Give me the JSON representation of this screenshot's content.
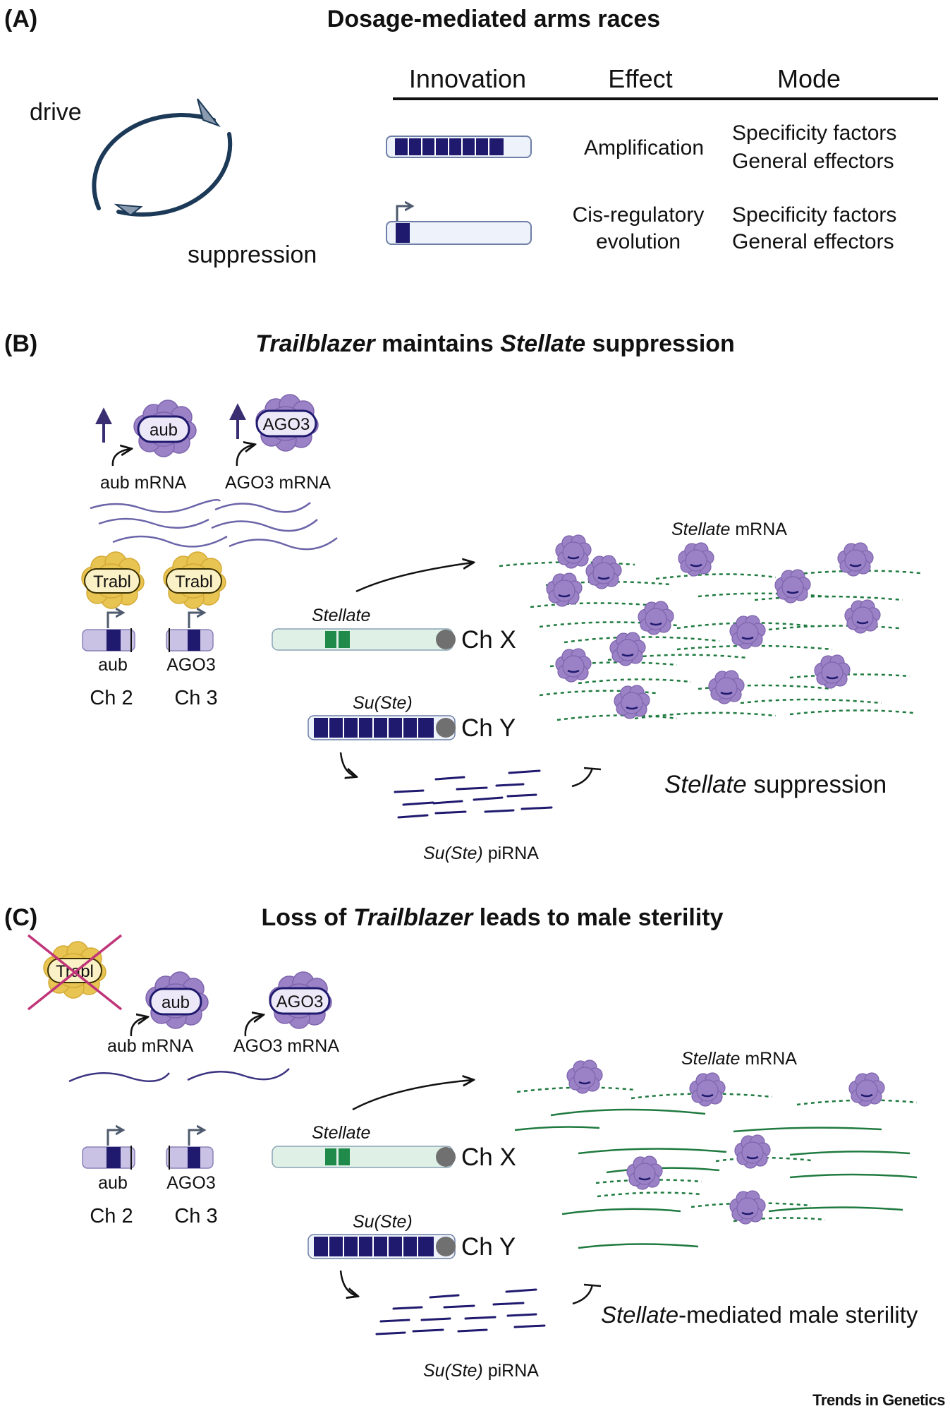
{
  "panelA": {
    "label": "(A)",
    "title": "Dosage-mediated arms races",
    "cycle": {
      "drive": "drive",
      "suppression": "suppression"
    },
    "table": {
      "headers": [
        "Innovation",
        "Effect",
        "Mode"
      ],
      "rows": [
        {
          "effect_lines": [
            "Amplification"
          ],
          "mode_lines": [
            "Specificity factors",
            "General effectors"
          ]
        },
        {
          "effect_lines": [
            "Cis-regulatory",
            "evolution"
          ],
          "mode_lines": [
            "Specificity factors",
            "General effectors"
          ]
        }
      ]
    }
  },
  "panelB": {
    "label": "(B)",
    "title_italic_1": "Trailblazer",
    "title_mid": " maintains ",
    "title_italic_2": "Stellate",
    "title_end": " suppression",
    "aub": "aub",
    "ago3": "AGO3",
    "aub_mrna": "aub mRNA",
    "ago3_mrna": "AGO3 mRNA",
    "trabl": "Trabl",
    "gene_aub": "aub",
    "gene_ago3": "AGO3",
    "ch2": "Ch 2",
    "ch3": "Ch 3",
    "stellate_gene": "Stellate",
    "chx": "Ch X",
    "suste_gene": "Su(Ste)",
    "chy": "Ch Y",
    "stellate_mrna_italic": "Stellate",
    "stellate_mrna_rest": " mRNA",
    "pirna_italic": "Su(Ste)",
    "pirna_rest": " piRNA",
    "outcome_italic": "Stellate",
    "outcome_rest": " suppression"
  },
  "panelC": {
    "label": "(C)",
    "title_start": "Loss of ",
    "title_italic": "Trailblazer",
    "title_end": " leads to male sterility",
    "trabl": "Trabl",
    "aub": "aub",
    "ago3": "AGO3",
    "aub_mrna": "aub mRNA",
    "ago3_mrna": "AGO3 mRNA",
    "gene_aub": "aub",
    "gene_ago3": "AGO3",
    "ch2": "Ch 2",
    "ch3": "Ch 3",
    "stellate_gene": "Stellate",
    "chx": "Ch X",
    "suste_gene": "Su(Ste)",
    "chy": "Ch Y",
    "stellate_mrna_italic": "Stellate",
    "stellate_mrna_rest": " mRNA",
    "pirna_italic": "Su(Ste)",
    "pirna_rest": " piRNA",
    "outcome_italic": "Stellate",
    "outcome_rest": "-mediated male sterility"
  },
  "footer": "Trends in Genetics",
  "colors": {
    "navy": "#1f1a6e",
    "cycle": "#1c3a57",
    "arrowhead": "#8a9bb0",
    "protein": "#9b82c6",
    "trabl": "#e8c453",
    "stellate_box": "#dff0e6",
    "stellate_band": "#1f8a4a",
    "mrna_green": "#1f7a3f",
    "locus": "#c9c2e4",
    "cross": "#c0357a"
  }
}
